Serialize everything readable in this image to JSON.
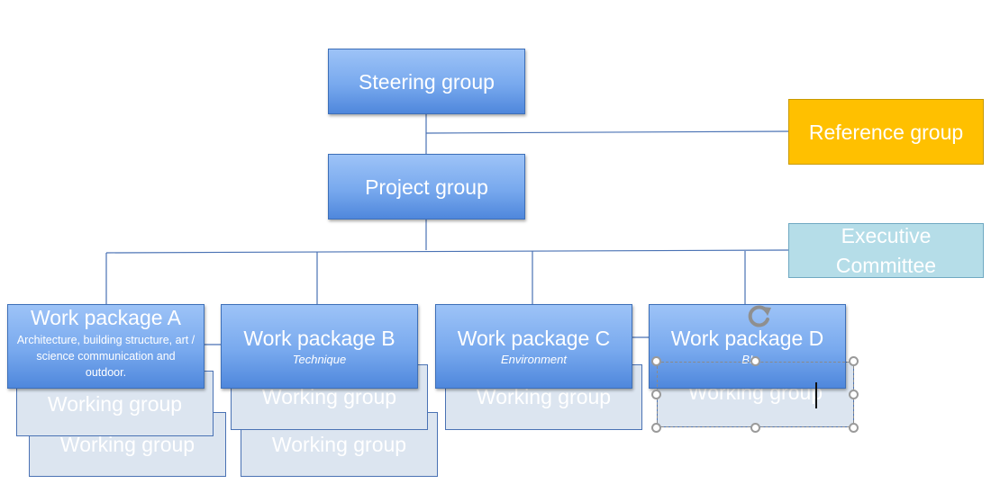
{
  "diagram": {
    "steering_group": "Steering group",
    "reference_group": "Reference group",
    "project_group": "Project group",
    "executive_committee": "Executive Committee",
    "work_packages": [
      {
        "title": "Work package A",
        "subtitle": "Architecture, building structure, art / science communication and outdoor."
      },
      {
        "title": "Work package B",
        "subtitle": "Technique"
      },
      {
        "title": "Work package C",
        "subtitle": "Environment"
      },
      {
        "title": "Work package D",
        "subtitle": "BI"
      }
    ],
    "working_group_label": "Working group"
  }
}
